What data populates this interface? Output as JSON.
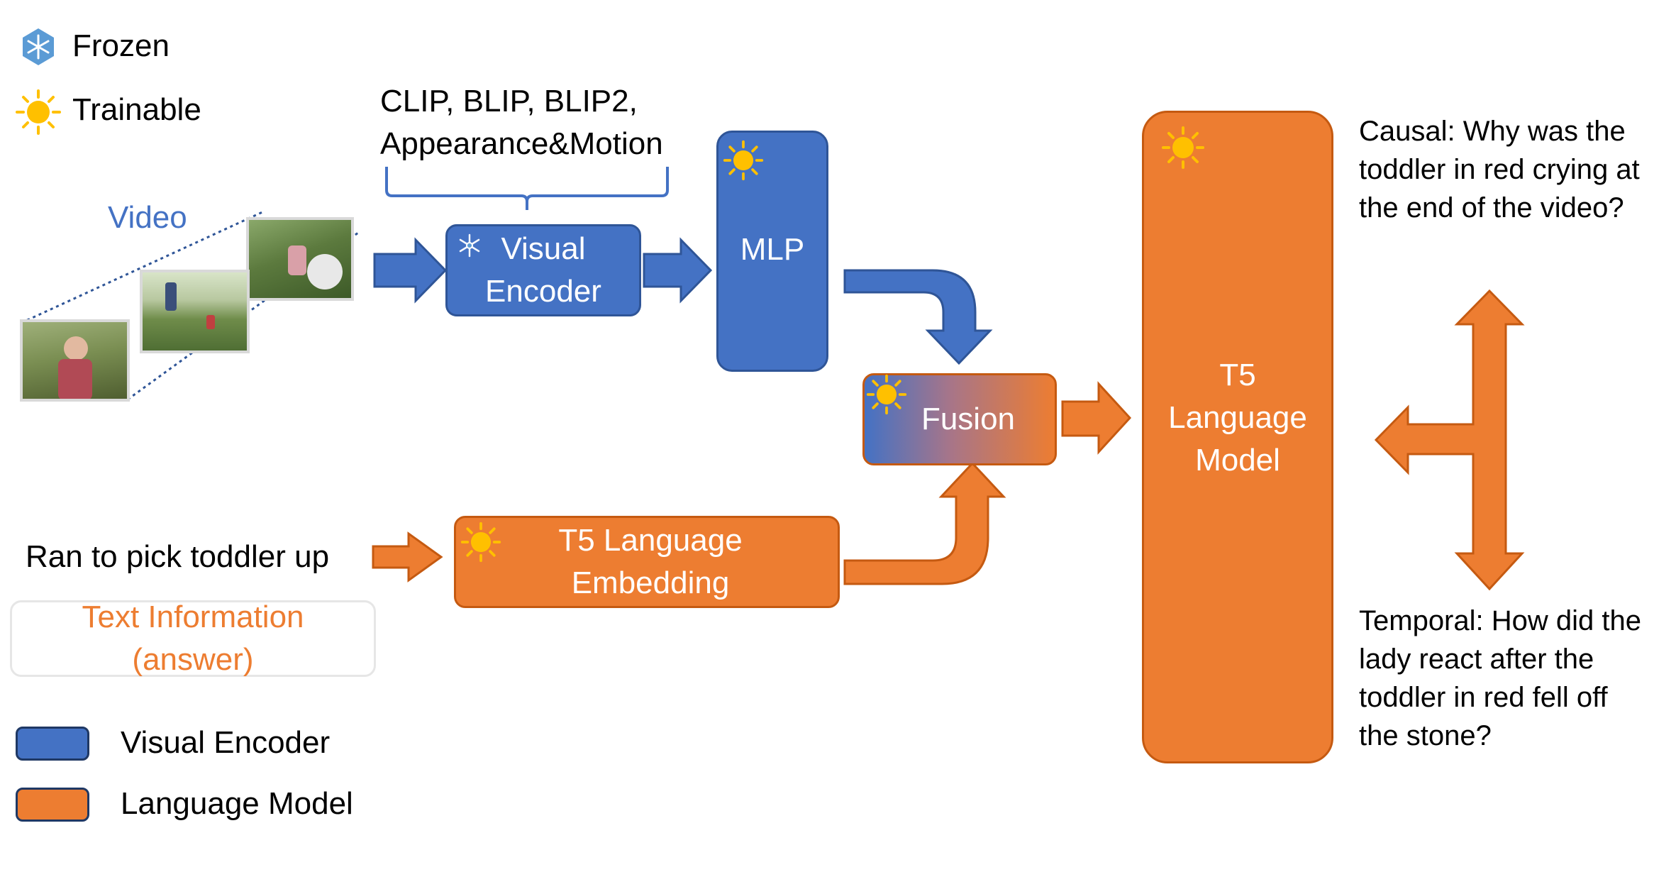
{
  "legend_top": {
    "frozen_label": "Frozen",
    "trainable_label": "Trainable"
  },
  "video_label": "Video",
  "backbones_label_line1": "CLIP, BLIP, BLIP2,",
  "backbones_label_line2": "Appearance&Motion",
  "visual_encoder_line1": "Visual",
  "visual_encoder_line2": "Encoder",
  "mlp_label": "MLP",
  "fusion_label": "Fusion",
  "t5_embedding_line1": "T5 Language",
  "t5_embedding_line2": "Embedding",
  "text_input": "Ran to pick toddler up",
  "text_info_line1": "Text Information",
  "text_info_line2": "(answer)",
  "t5_lm_line1": "T5",
  "t5_lm_line2": "Language",
  "t5_lm_line3": "Model",
  "question_causal": "Causal: Why was the toddler in red crying at the end of the video?",
  "question_temporal": "Temporal: How did the lady react after the toddler in red fell off the stone?",
  "legend_bottom": {
    "visual_encoder_label": "Visual Encoder",
    "language_model_label": "Language Model"
  },
  "colors": {
    "blue": "#4472C4",
    "orange": "#ED7D31",
    "video_text": "#4472C4",
    "text_info": "#ED7D31",
    "frozen_icon": "#5B9BD5",
    "sun_icon": "#FFC000"
  }
}
